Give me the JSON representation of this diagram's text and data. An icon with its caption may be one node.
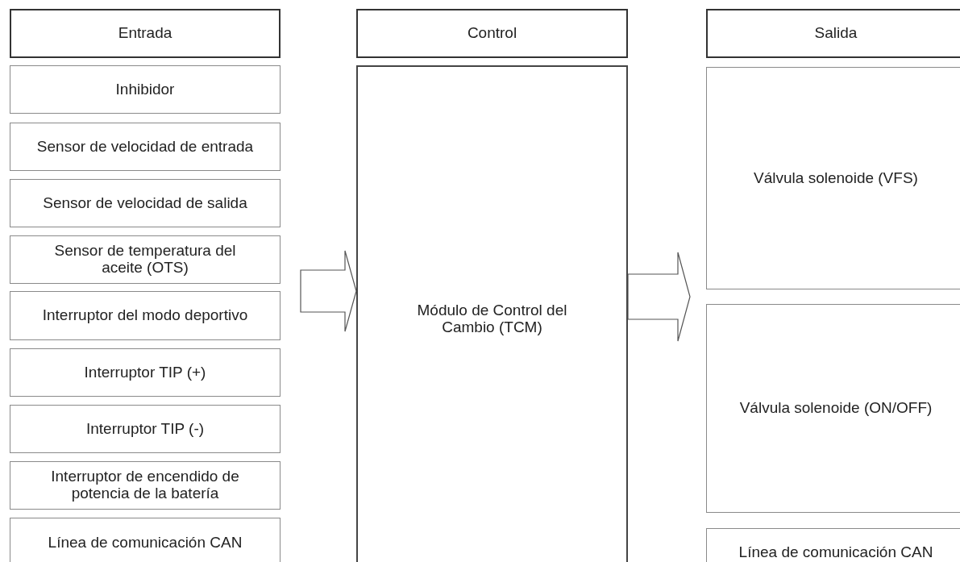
{
  "diagram": {
    "nodes": [
      {
        "text": [
          "Entrada"
        ]
      },
      {
        "text": [
          "Inhibidor"
        ]
      },
      {
        "text": [
          "Sensor de velocidad de entrada"
        ]
      },
      {
        "text": [
          "Sensor de velocidad de salida"
        ]
      },
      {
        "text": [
          "Sensor de temperatura del aceite (OTS)"
        ]
      },
      {
        "text": [
          "Interruptor del modo deportivo"
        ]
      },
      {
        "text": [
          "Interruptor TIP (+)"
        ]
      },
      {
        "text": [
          "Interruptor TIP (-)"
        ]
      },
      {
        "text": [
          "Interruptor de encendido de potencia de la batería"
        ]
      },
      {
        "text": [
          "Línea de comunicación CAN"
        ]
      },
      {
        "text": [
          "Control"
        ]
      },
      {
        "text": [
          "Módulo de Control del Cambio (TCM)"
        ]
      },
      {
        "text": [
          "Salida"
        ]
      },
      {
        "text": [
          "Válvula solenoide (VFS)"
        ]
      },
      {
        "text": [
          "Válvula solenoide (ON/OFF)"
        ]
      },
      {
        "text": [
          "Línea de comunicación CAN"
        ]
      }
    ],
    "edges": [
      {
        "from": null,
        "to": 11,
        "arrow": "to"
      },
      {
        "from": 11,
        "to": null,
        "arrow": "to"
      }
    ]
  }
}
